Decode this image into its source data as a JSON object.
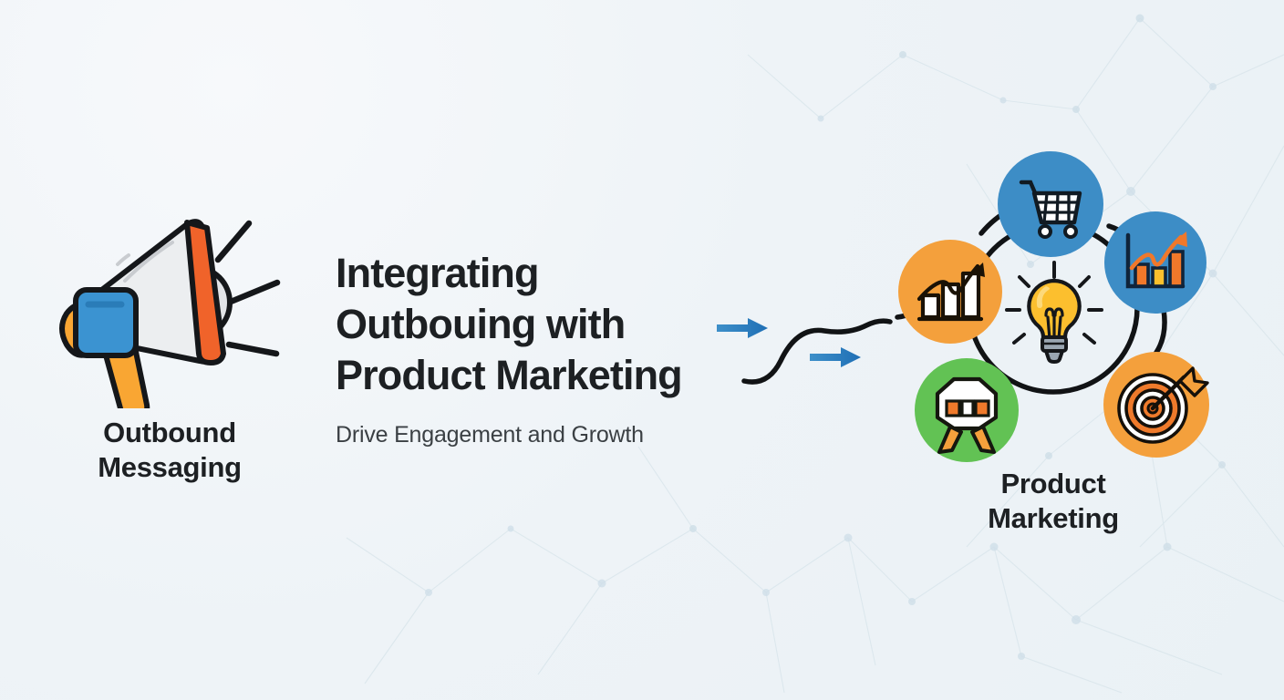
{
  "page": {
    "type": "marketing-infographic-banner",
    "background_color": "#eef3f7",
    "background_pattern": "network-constellation"
  },
  "left_block": {
    "icon": "megaphone-icon",
    "label_line1": "Outbound",
    "label_line2": "Messaging",
    "icon_colors": {
      "cone": "#e9eaec",
      "rim": "#f0632a",
      "body": "#3b93d1",
      "handle": "#f9a633",
      "outline": "#15171a"
    }
  },
  "center_text": {
    "headline_line1": "Integrating",
    "headline_line2": "Outbouing with",
    "headline_line3": "Product Marketing",
    "subheadline": "Drive Engagement and Growth",
    "headline_color": "#1d2023",
    "subheadline_color": "#3b4044"
  },
  "connector": {
    "arrow_top": "arrow-right-icon",
    "arrow_bottom": "arrow-right-icon",
    "wave": "s-curve-line",
    "arrow_color_light": "#3d8fc9",
    "arrow_color_dark": "#1f6fb5",
    "wave_color": "#111315"
  },
  "right_block": {
    "label_line1": "Product",
    "label_line2": "Marketing",
    "center_icon": "lightbulb-icon",
    "ring_color": "#111315",
    "nodes": [
      {
        "position": "top",
        "icon": "shopping-cart-icon",
        "circle_color": "#3d8dc6",
        "icon_fill": "#ffffff"
      },
      {
        "position": "upper-right",
        "icon": "growth-bar-chart-icon",
        "circle_color": "#3d8dc6",
        "icon_fill": "#f0782a"
      },
      {
        "position": "lower-right",
        "icon": "target-bullseye-icon",
        "circle_color": "#f4a03c",
        "icon_fill": "#ef7a2b"
      },
      {
        "position": "lower-left",
        "icon": "award-banner-icon",
        "circle_color": "#62c254",
        "icon_fill": "#ef7a2b"
      },
      {
        "position": "left",
        "icon": "bar-chart-arrow-icon",
        "circle_color": "#f4a03c",
        "icon_fill": "#ffffff"
      }
    ],
    "center_icon_colors": {
      "glass": "#fcbf2e",
      "base": "#9aa6b2",
      "rays": "#15171a"
    }
  }
}
